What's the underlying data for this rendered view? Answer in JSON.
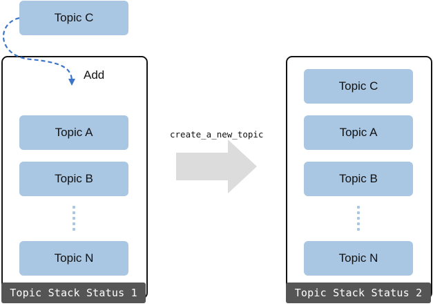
{
  "incoming_topic": "Topic C",
  "add_label": "Add",
  "operation_label": "create_a_new_topic",
  "stack1": {
    "topics": [
      "Topic A",
      "Topic B",
      "Topic N"
    ],
    "status": "Topic Stack Status 1"
  },
  "stack2": {
    "topics": [
      "Topic C",
      "Topic A",
      "Topic B",
      "Topic N"
    ],
    "status": "Topic Stack Status 2"
  },
  "colors": {
    "topic_fill": "#a9c6e3",
    "dashed_arrow": "#3b74c9",
    "big_arrow": "#dcdcdc",
    "status_bar": "#555555",
    "border": "#111111"
  }
}
